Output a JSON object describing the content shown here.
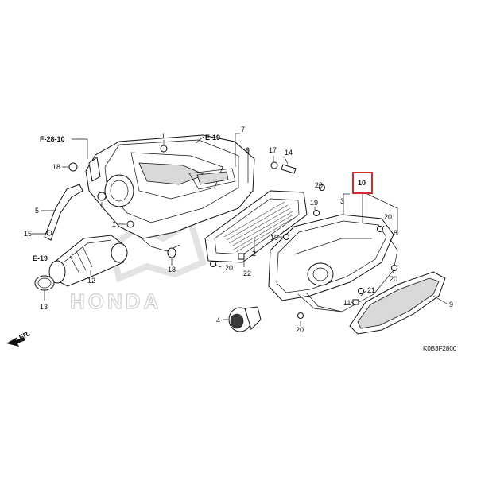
{
  "diagram": {
    "watermark": "HONDA",
    "catalog_code": "K0B3F2800",
    "direction_label": "FR.",
    "ref_labels": {
      "f28_10": "F-28-10",
      "e19_top": "E-19",
      "e19_left": "E-19"
    },
    "callouts": {
      "c1a": "1",
      "c1b": "1",
      "c2": "2",
      "c3": "3",
      "c4": "4",
      "c5": "5",
      "c6": "6",
      "c7": "7",
      "c8": "8",
      "c9": "9",
      "c10": "10",
      "c11": "11",
      "c12": "12",
      "c13": "13",
      "c14": "14",
      "c15": "15",
      "c17": "17",
      "c18a": "18",
      "c18b": "18",
      "c19a": "19",
      "c19b": "19",
      "c20a": "20",
      "c20b": "20",
      "c20c": "20",
      "c20d": "20",
      "c20e": "20",
      "c21": "21",
      "c22": "22"
    },
    "highlighted_part": "10",
    "highlight_color": "#d42a2a"
  }
}
